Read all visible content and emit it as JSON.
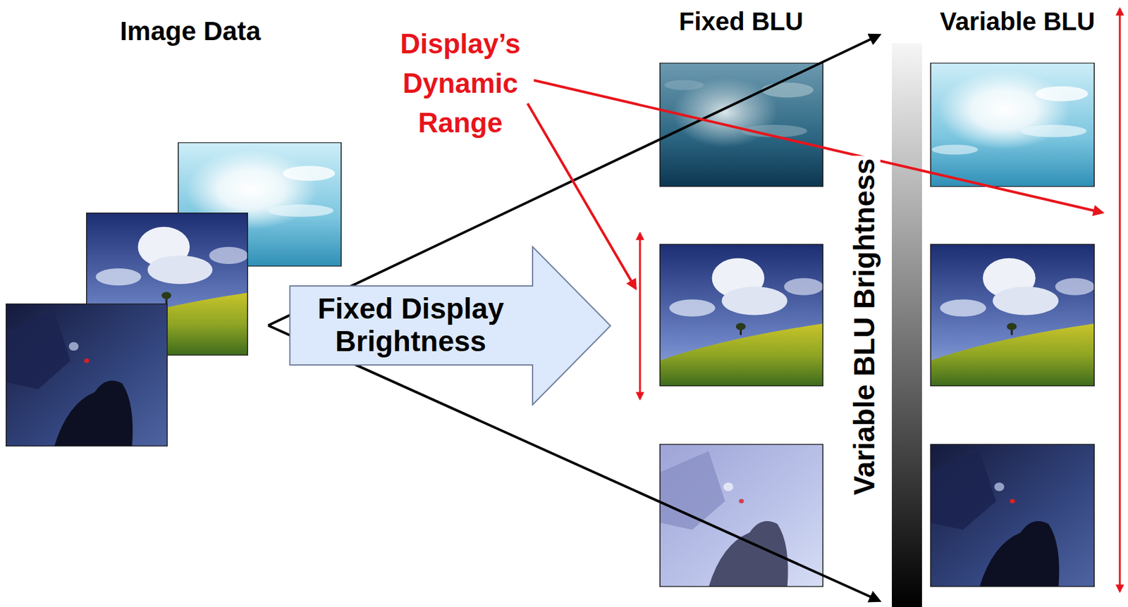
{
  "diagram": {
    "nodes": [
      {
        "text": [
          "Fixed Display Brightness"
        ]
      }
    ],
    "labels": [
      "Image Data",
      "Display’s Dynamic Range",
      "Fixed BLU",
      "Variable BLU",
      "Variable BLU Brightness"
    ]
  }
}
